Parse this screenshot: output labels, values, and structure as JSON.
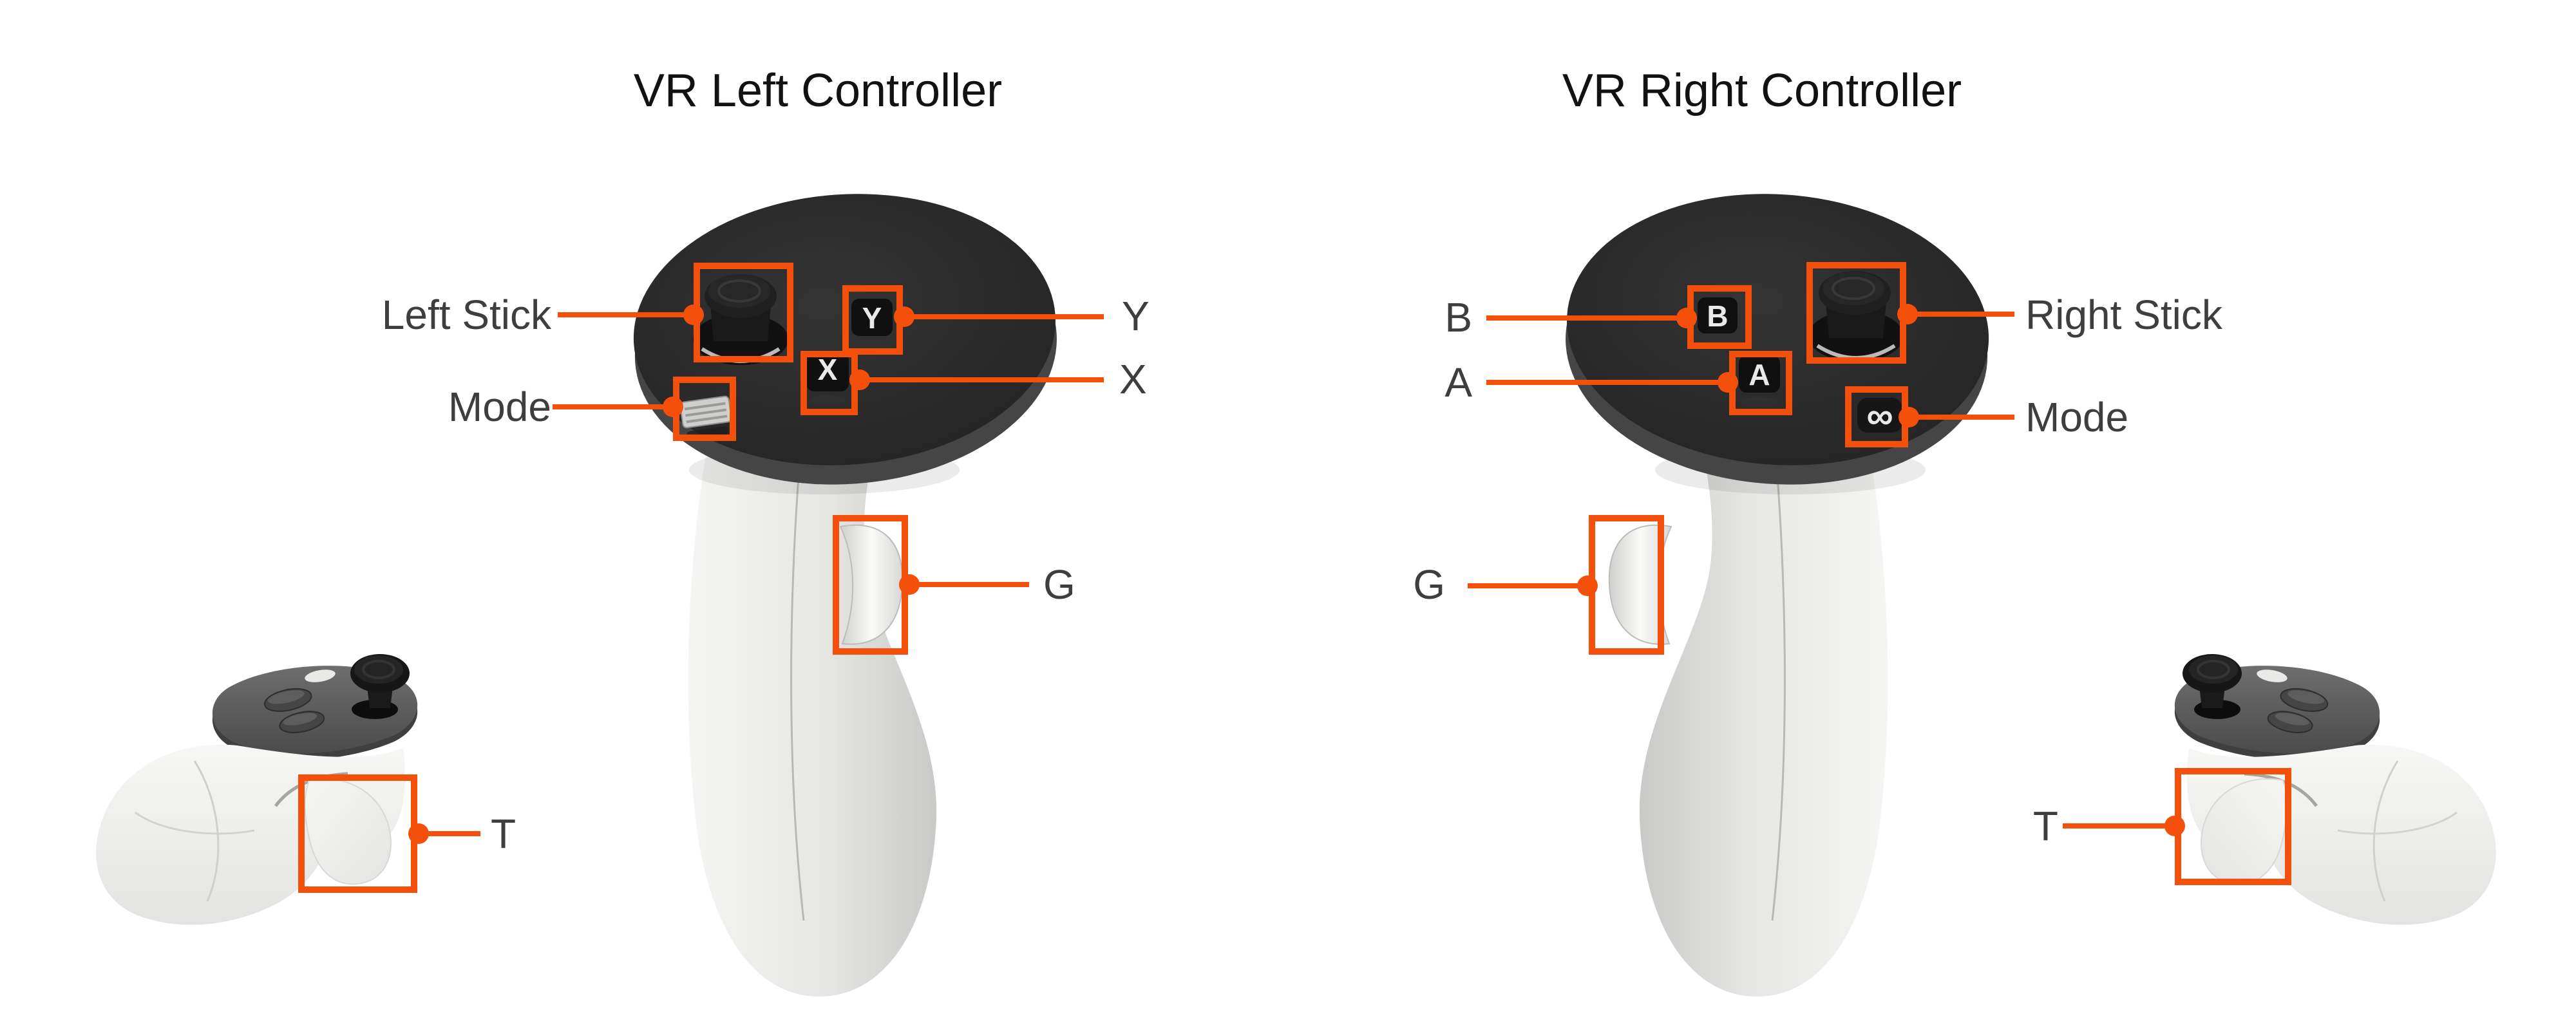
{
  "left_controller": {
    "title": "VR Left Controller",
    "stick_label": "Left Stick",
    "mode_label": "Mode",
    "y_label": "Y",
    "x_label": "X",
    "grip_label": "G",
    "trigger_label": "T",
    "y_button_glyph": "Y",
    "x_button_glyph": "X"
  },
  "right_controller": {
    "title": "VR Right Controller",
    "b_label": "B",
    "a_label": "A",
    "stick_label": "Right Stick",
    "mode_label": "Mode",
    "grip_label": "G",
    "trigger_label": "T",
    "b_button_glyph": "B",
    "a_button_glyph": "A",
    "mode_button_glyph": "∞"
  },
  "colors": {
    "annotation_orange": "#F4500B",
    "label_text": "#3E3E3E",
    "title_text": "#121212"
  }
}
